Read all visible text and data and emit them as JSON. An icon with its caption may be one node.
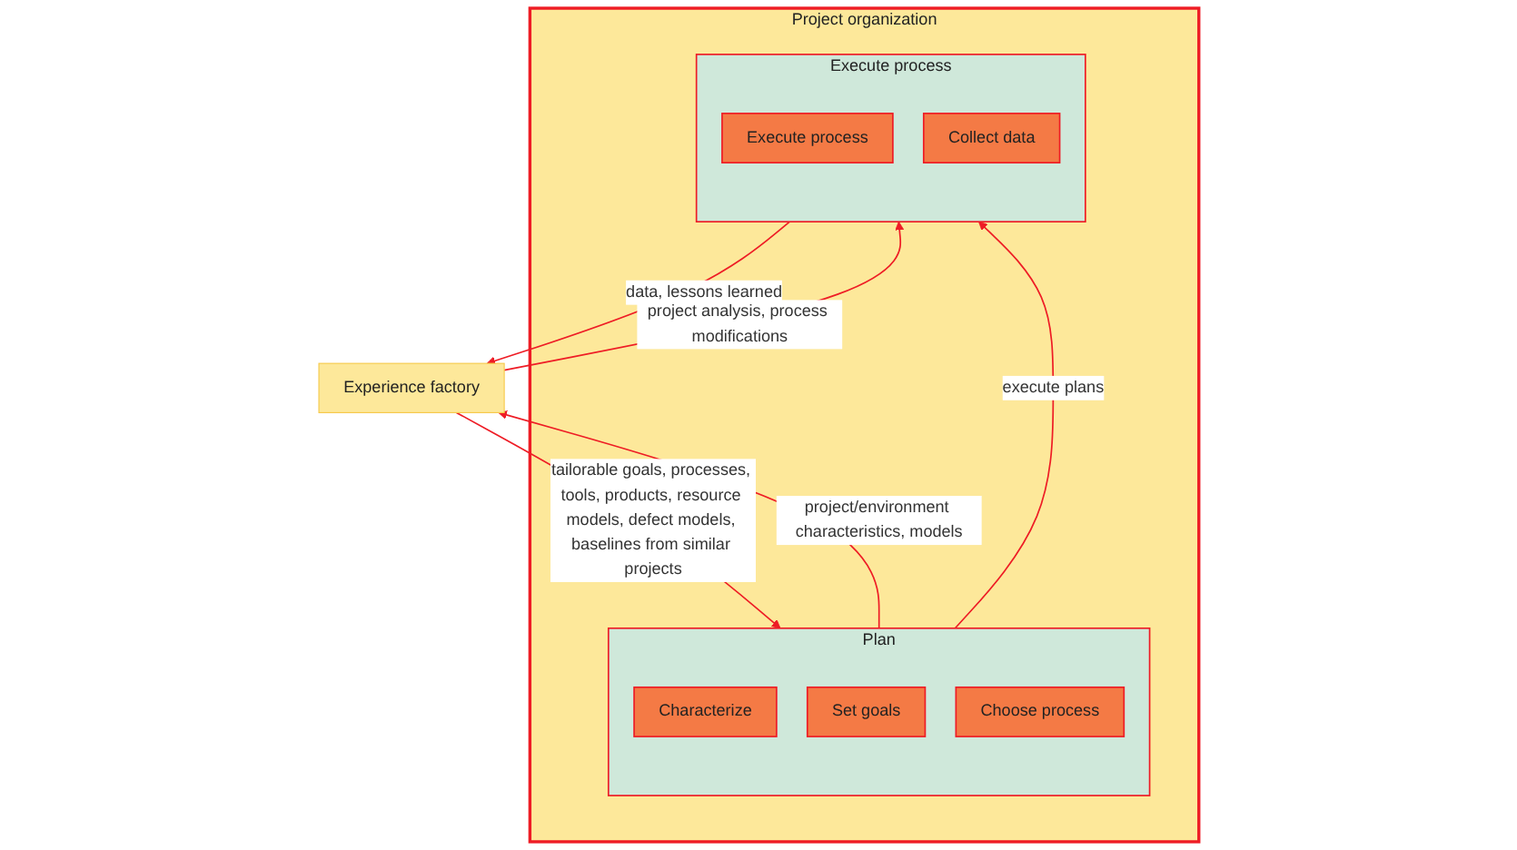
{
  "diagram": {
    "nodes": [
      {
        "text": [
          "Project organization"
        ]
      },
      {
        "text": [
          "Plan"
        ],
        "in": 0
      },
      {
        "text": [
          "Characterize"
        ],
        "in": 1
      },
      {
        "text": [
          "Set goals"
        ],
        "in": 1
      },
      {
        "text": [
          "Choose process"
        ],
        "in": 1
      },
      {
        "text": [
          "Execute process"
        ],
        "in": 0
      },
      {
        "text": [
          "Execute process"
        ],
        "in": 5
      },
      {
        "text": [
          "Collect data"
        ],
        "in": 5
      },
      {
        "text": [
          "Experience factory"
        ]
      }
    ],
    "edges": [
      {
        "from": 1,
        "to": 8,
        "arrow": "to",
        "label": "project/environment characteristics, models"
      },
      {
        "from": 8,
        "to": 1,
        "arrow": "to",
        "label": "tailorable goals, processes, tools, products, resource models, defect models, baselines from similar projects"
      },
      {
        "from": 1,
        "to": 5,
        "arrow": "to",
        "label": "execute plans"
      },
      {
        "from": 5,
        "to": 8,
        "arrow": "to",
        "label": "data, lessons learned"
      },
      {
        "from": 8,
        "to": 5,
        "arrow": "to",
        "label": "project analysis, process modifications"
      }
    ]
  }
}
